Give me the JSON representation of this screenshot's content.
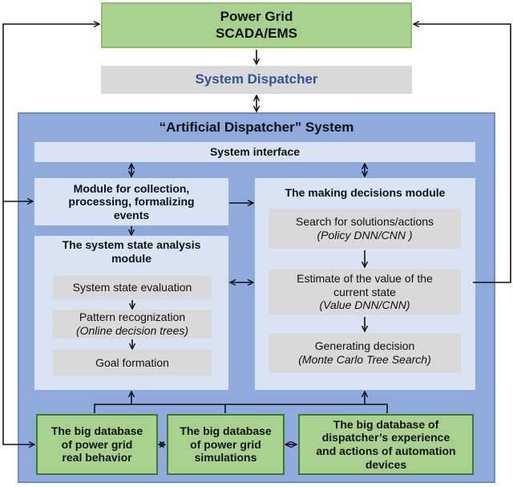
{
  "scada": {
    "line1": "Power Grid",
    "line2": "SCADA/EMS"
  },
  "dispatcher": {
    "label": "System Dispatcher"
  },
  "ad_system": {
    "title": "“Artificial Dispatcher” System"
  },
  "interface": {
    "label": "System interface"
  },
  "collection": {
    "line1": "Module for collection,",
    "line2": "processing, formalizing",
    "line3": "events"
  },
  "state_analysis": {
    "title1": "The system state analysis",
    "title2": "module",
    "items": [
      {
        "line1": "System state evaluation",
        "line2": ""
      },
      {
        "line1": "Pattern recognization",
        "line2": "(Online decision trees)"
      },
      {
        "line1": "Goal formation",
        "line2": ""
      }
    ]
  },
  "decision_module": {
    "title": "The making decisions module",
    "items": [
      {
        "line1": "Search for solutions/actions",
        "line2": "(Policy DNN/CNN )"
      },
      {
        "line1": "Estimate of the value of the",
        "line2": "current state",
        "line3": "(Value DNN/CNN)"
      },
      {
        "line1": "Generating decision",
        "line2": "(Monte Carlo Tree Search)"
      }
    ]
  },
  "databases": [
    {
      "line1": "The big database",
      "line2": "of power grid",
      "line3": "real behavior"
    },
    {
      "line1": "The big database",
      "line2": "of power grid",
      "line3": "simulations"
    },
    {
      "line1": "The big database of",
      "line2": "dispatcher’s experience",
      "line3": "and actions of automation",
      "line4": "devices"
    }
  ],
  "colors": {
    "green": "#a9d18e",
    "grey": "#d9d9d9",
    "panel": "#8faadc",
    "light": "#dae3f3",
    "dispatcher_text": "#2f5597"
  }
}
